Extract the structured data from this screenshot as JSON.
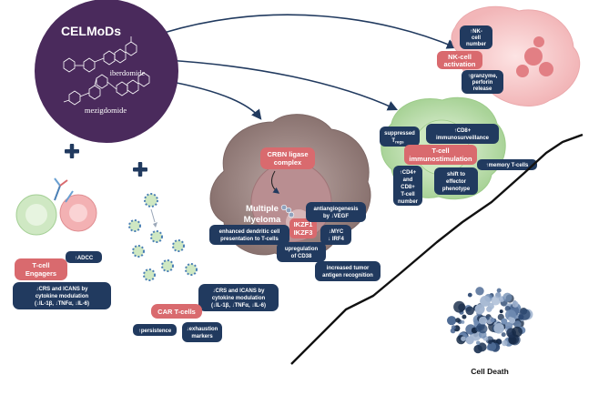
{
  "title": "CELMoDs",
  "drugs": [
    "iberdomide",
    "mezigdomide"
  ],
  "myeloma": {
    "crbn": [
      "CRBN ligase",
      "complex"
    ],
    "name": [
      "Multiple",
      "Myeloma"
    ],
    "ikzf": [
      "IKZF1",
      "IKZF3"
    ],
    "effects": {
      "dendritic": [
        "enhanced dendritic cell",
        "presentation to T-cells"
      ],
      "angio": [
        "antiangiogenesis",
        "by ↓VEGF"
      ],
      "myc": [
        "↓MYC",
        "↓ IRF4"
      ],
      "cd38": [
        "upregulation",
        "of CD38"
      ],
      "tumor": [
        "increased tumor",
        "antigen recognition"
      ]
    }
  },
  "nk": {
    "number": [
      "↑NK-",
      "cell",
      "number"
    ],
    "activation": [
      "NK-cell",
      "activation"
    ],
    "granzyme": [
      "↑granzyme,",
      "perforin",
      "release"
    ]
  },
  "tcell": {
    "treg": [
      "suppressed",
      "T"
    ],
    "treg_sub": "regs",
    "cd8": [
      "↑CD8+",
      "immunosurveillance"
    ],
    "label": [
      "T-cell",
      "immunostimulation"
    ],
    "memory": "↑memory T-cells",
    "cd4": [
      "↑CD4+",
      "and",
      "CD8+",
      "T-cell",
      "number"
    ],
    "shift": [
      "shift to",
      "effector",
      "phenotype"
    ]
  },
  "engagers": {
    "label": [
      "T-cell",
      "Engagers"
    ],
    "adcc": "↑ADCC",
    "crs": [
      "↓CRS and ICANS by",
      "cytokine modulation",
      "(↓IL-1β, ↓TNFα, ↓IL-6)"
    ]
  },
  "car": {
    "label": "CAR T-cells",
    "crs": [
      "↓CRS and ICANS by",
      "cytokine modulation",
      "(↓IL-1β, ↓TNFα, ↓IL-6)"
    ],
    "persistence": "↑persistence",
    "exhaustion": [
      "↓exhaustion",
      "markers"
    ]
  },
  "death": "Cell Death",
  "colors": {
    "purple": "#4a2a5c",
    "navy": "#213a5f",
    "pink": "#d96a6e",
    "myeloma": "#9a8583",
    "nucleus": "#b88f91",
    "nk_cell": "#f4c2c4",
    "t_cell": "#b7dba7",
    "death_cell": "#223858"
  }
}
